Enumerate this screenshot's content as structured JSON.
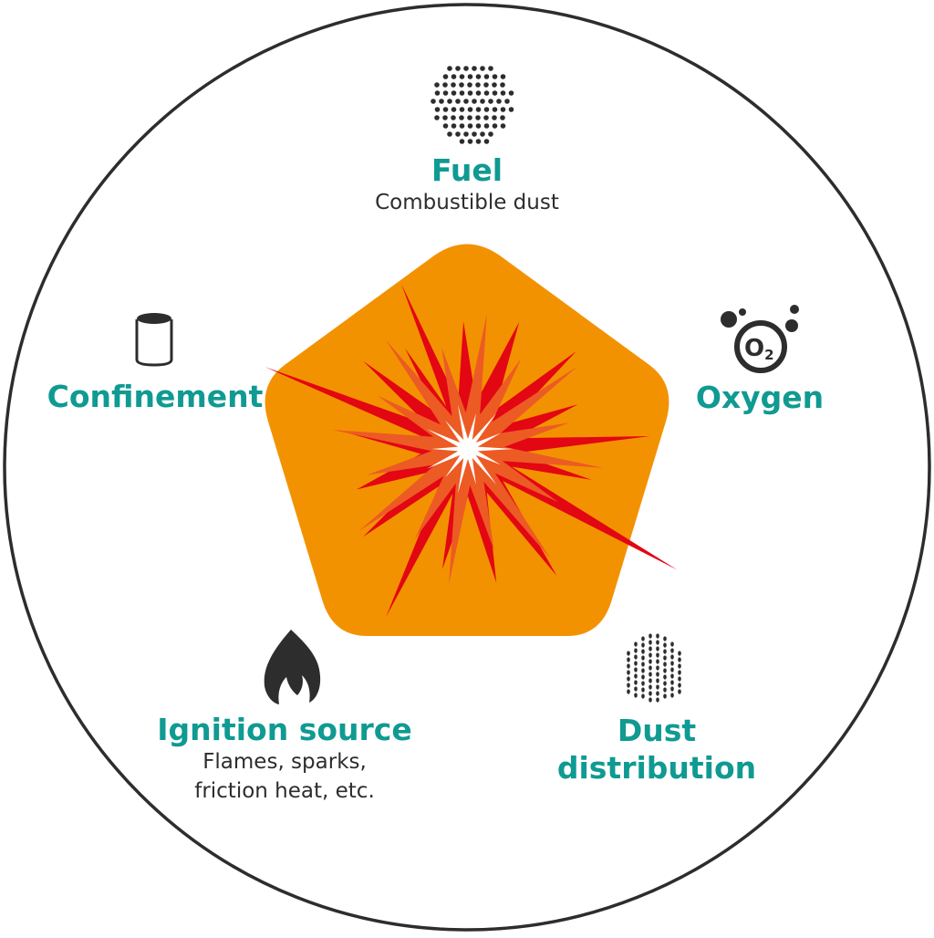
{
  "diagram": {
    "elements": [
      {
        "key": "fuel",
        "title": "Fuel",
        "subtitle": "Combustible dust",
        "icon": "dust-particles-icon"
      },
      {
        "key": "oxygen",
        "title": "Oxygen",
        "icon": "oxygen-o2-icon",
        "icon_text": "O2"
      },
      {
        "key": "dust_distribution",
        "title_lines": [
          "Dust",
          "distribution"
        ],
        "icon": "dust-dispersion-icon"
      },
      {
        "key": "ignition_source",
        "title": "Ignition source",
        "subtitle_lines": [
          "Flames, sparks,",
          "friction heat, etc."
        ],
        "icon": "flame-icon"
      },
      {
        "key": "confinement",
        "title": "Confinement",
        "icon": "container-cylinder-icon"
      }
    ],
    "center": {
      "shape": "pentagon",
      "icon": "explosion-burst-icon"
    },
    "colors": {
      "title": "#0f9a92",
      "subtitle": "#2d2d2d",
      "pentagon": "#f39200",
      "burst_outer": "#e30613",
      "burst_inner": "#ec5b24",
      "burst_core": "#ffffff",
      "icon": "#2d2d2d",
      "circle_outline": "#2d2d2d"
    }
  }
}
